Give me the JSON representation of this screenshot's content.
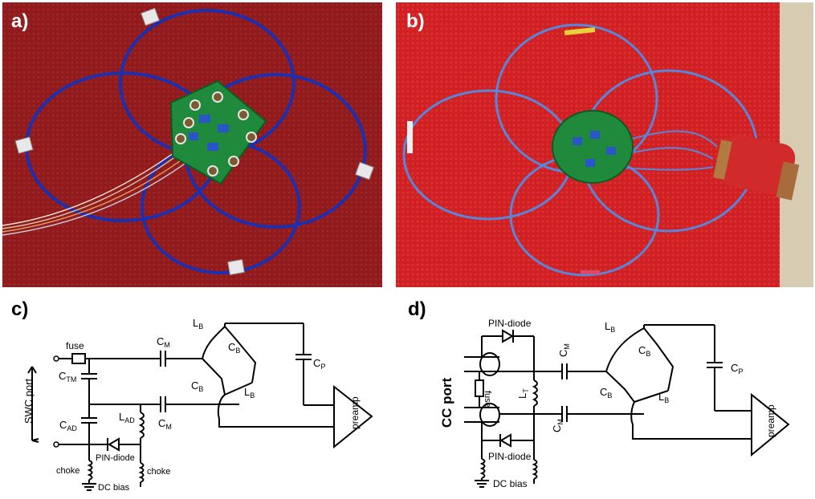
{
  "panels": {
    "a": {
      "label": "a)"
    },
    "b": {
      "label": "b)"
    },
    "c": {
      "label": "c)",
      "port": "SWC port",
      "fuse": "fuse",
      "cm_top": {
        "main": "C",
        "sub": "M"
      },
      "cm_bot": {
        "main": "C",
        "sub": "M"
      },
      "ctm": {
        "main": "C",
        "sub": "TM"
      },
      "cad": {
        "main": "C",
        "sub": "AD"
      },
      "lad": {
        "main": "L",
        "sub": "AD"
      },
      "lb1": {
        "main": "L",
        "sub": "B"
      },
      "lb2": {
        "main": "L",
        "sub": "B"
      },
      "cb1": {
        "main": "C",
        "sub": "B"
      },
      "cb2": {
        "main": "C",
        "sub": "B"
      },
      "cp": {
        "main": "C",
        "sub": "P"
      },
      "pin": "PIN-diode",
      "choke1": "choke",
      "choke2": "choke",
      "dcbias": "DC bias",
      "preamp": "preamp"
    },
    "d": {
      "label": "d)",
      "port": "CC port",
      "fuse": "fuse",
      "pin_top": "PIN-diode",
      "pin_bot": "PIN-diode",
      "cm_top": {
        "main": "C",
        "sub": "M"
      },
      "cm_bot": {
        "main": "C",
        "sub": "M"
      },
      "lt": {
        "main": "L",
        "sub": "T"
      },
      "lb1": {
        "main": "L",
        "sub": "B"
      },
      "lb2": {
        "main": "L",
        "sub": "B"
      },
      "cb1": {
        "main": "C",
        "sub": "B"
      },
      "cb2": {
        "main": "C",
        "sub": "B"
      },
      "cp": {
        "main": "C",
        "sub": "P"
      },
      "dcbias": "DC bias",
      "preamp": "preamp"
    }
  },
  "colors": {
    "background_red": "#8e1a1c",
    "coil_blue_a": "#1b2fb0",
    "coil_blue_b": "#5a86d9",
    "pcb_green": "#1f8a3c",
    "preamp_red": "#d02a2a"
  }
}
